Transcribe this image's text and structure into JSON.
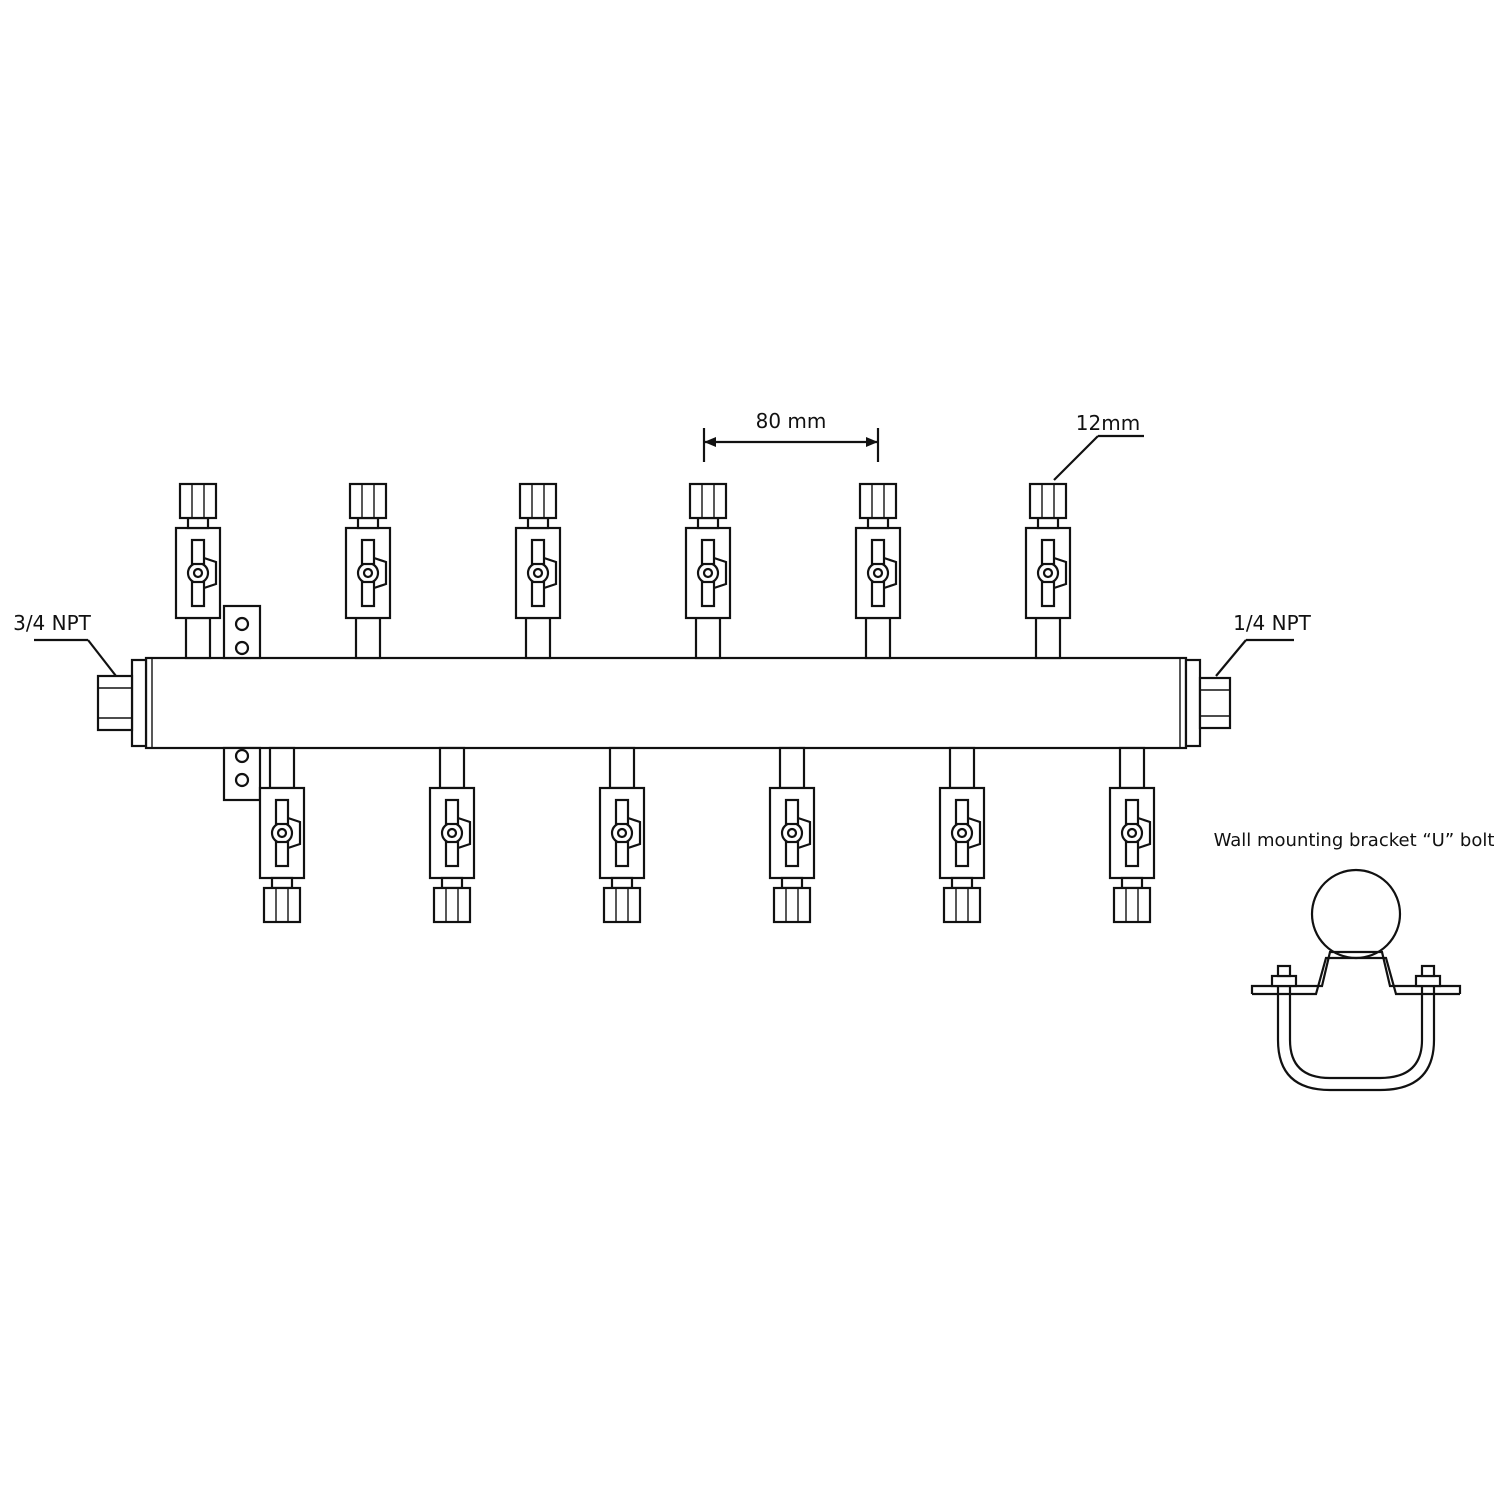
{
  "labels": {
    "inlet": "3/4 NPT",
    "outlet": "1/4 NPT",
    "spacing": "80 mm",
    "tube_size": "12mm",
    "bracket": "Wall mounting bracket “U” bolt"
  },
  "manifold": {
    "top_outlet_count": 6,
    "bottom_outlet_count": 6
  },
  "colors": {
    "line": "#111111",
    "background": "#ffffff"
  }
}
